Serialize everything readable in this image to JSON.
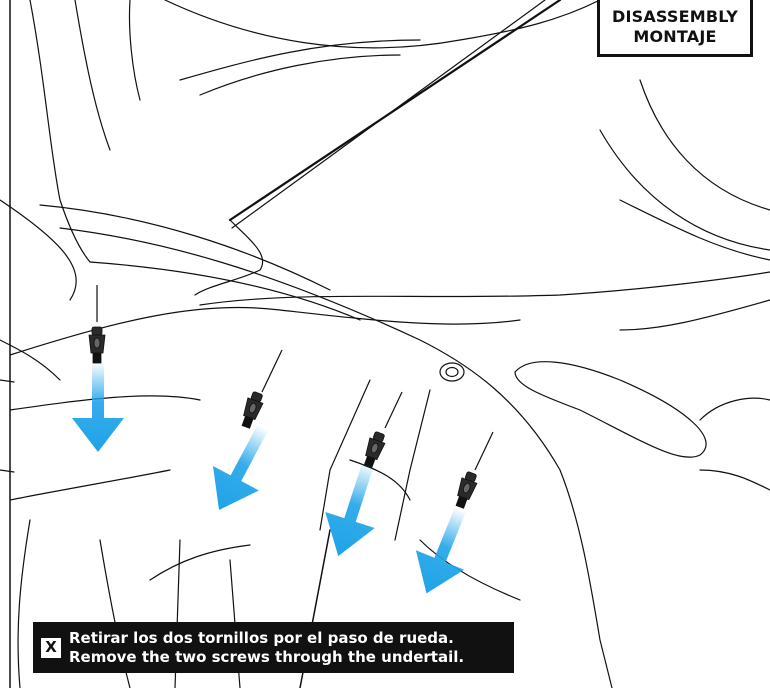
{
  "badge": {
    "line1": "DISASSEMBLY",
    "line2": "MONTAJE"
  },
  "caption": {
    "step": "X",
    "line1": "Retirar los dos tornillos por el paso de rueda.",
    "line2": "Remove the two screws through the undertail."
  },
  "colors": {
    "arrow": "#1fa3e8",
    "outline": "#111111",
    "screw": "#2a2a2a"
  },
  "icons": [
    "screw-icon",
    "down-arrow-icon"
  ]
}
